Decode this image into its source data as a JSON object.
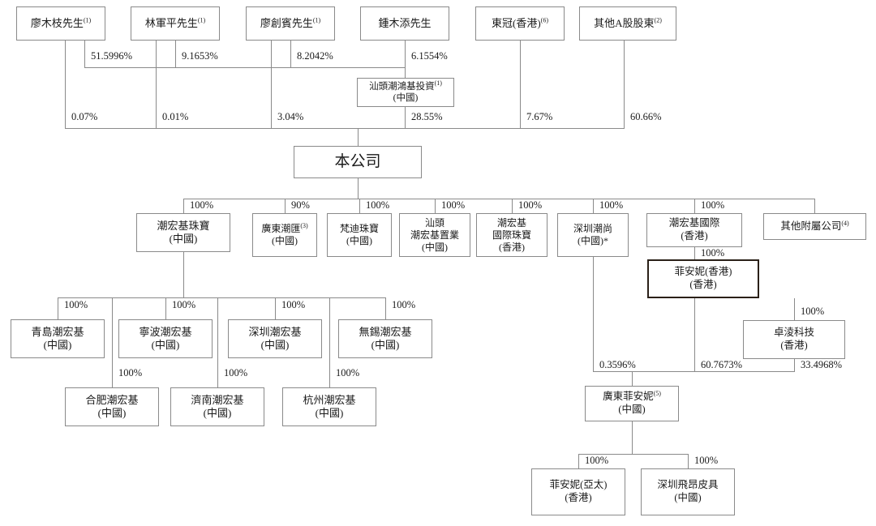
{
  "diagram": {
    "title": "Corporate shareholding structure chart",
    "line_color": "#8a8a8a",
    "emphasis_border_color": "#2a2018",
    "text_color": "#1a1a1a"
  },
  "nodes": {
    "liao_muzhi": {
      "label": "廖木枝先生",
      "sup": "(1)"
    },
    "lin_junping": {
      "label": "林軍平先生",
      "sup": "(1)"
    },
    "liao_chuangbin": {
      "label": "廖創賓先生",
      "sup": "(1)"
    },
    "zhong_mutian": {
      "label": "鍾木添先生",
      "sup": ""
    },
    "dongguan_hk": {
      "label": "東冠(香港)",
      "sup": "(6)"
    },
    "other_a_holders": {
      "label": "其他A股股東",
      "sup": "(2)"
    },
    "shantou_chaohongji": {
      "label": "汕頭潮鴻基投資",
      "sup": "(1)",
      "line2": "(中國)"
    },
    "company": {
      "label": "本公司",
      "sup": ""
    },
    "chj_jewelry": {
      "label": "潮宏基珠寶",
      "sup": "",
      "line2": "(中國)"
    },
    "guangdong_chaohui": {
      "label": "廣東潮匯",
      "sup": "(3)",
      "line2": "(中國)"
    },
    "fandi_jewelry": {
      "label": "梵迪珠寶",
      "sup": "",
      "line2": "(中國)"
    },
    "shantou_zhiye": {
      "label": "汕頭\n潮宏基置業",
      "sup": "",
      "line2": "(中國)"
    },
    "chj_intl_jewelry": {
      "label": "潮宏基\n國際珠寶",
      "sup": "",
      "line2": "(香港)"
    },
    "shenzhen_chaoshang": {
      "label": "深圳潮尚",
      "sup": "",
      "line2": "(中國)*"
    },
    "chj_international": {
      "label": "潮宏基國際",
      "sup": "",
      "line2": "(香港)"
    },
    "other_subsidiaries": {
      "label": "其他附屬公司",
      "sup": "(4)"
    },
    "fion_hk": {
      "label": "菲安妮(香港)",
      "sup": "",
      "line2": "(香港)"
    },
    "zhuoling_tech": {
      "label": "卓淩科技",
      "sup": "",
      "line2": "(香港)"
    },
    "qingdao_chj": {
      "label": "青島潮宏基",
      "sup": "",
      "line2": "(中國)"
    },
    "ningbo_chj": {
      "label": "寧波潮宏基",
      "sup": "",
      "line2": "(中國)"
    },
    "shenzhen_chj": {
      "label": "深圳潮宏基",
      "sup": "",
      "line2": "(中國)"
    },
    "wuxi_chj": {
      "label": "無錫潮宏基",
      "sup": "",
      "line2": "(中國)"
    },
    "hefei_chj": {
      "label": "合肥潮宏基",
      "sup": "",
      "line2": "(中國)"
    },
    "jinan_chj": {
      "label": "濟南潮宏基",
      "sup": "",
      "line2": "(中國)"
    },
    "hangzhou_chj": {
      "label": "杭州潮宏基",
      "sup": "",
      "line2": "(中國)"
    },
    "guangdong_fion": {
      "label": "廣東菲安妮",
      "sup": "(5)",
      "line2": "(中國)"
    },
    "fion_apac": {
      "label": "菲安妮(亞太)",
      "sup": "",
      "line2": "(香港)"
    },
    "shenzhen_feiang": {
      "label": "深圳飛昂皮具",
      "sup": "",
      "line2": "(中國)"
    }
  },
  "percentages": {
    "liao_muzhi_to_shantou": "51.5996%",
    "lin_junping_to_shantou": "9.1653%",
    "liao_chuangbin_to_shantou": "8.2042%",
    "zhong_mutian_to_shantou": "6.1554%",
    "liao_muzhi_to_company": "0.07%",
    "lin_junping_to_company": "0.01%",
    "liao_chuangbin_to_company": "3.04%",
    "shantou_to_company": "28.55%",
    "dongguan_to_company": "7.67%",
    "other_a_to_company": "60.66%",
    "company_to_chj_jewelry": "100%",
    "company_to_chaohui": "90%",
    "company_to_fandi": "100%",
    "company_to_zhiye": "100%",
    "company_to_intl_jewelry": "100%",
    "company_to_chaoshang": "100%",
    "company_to_chj_intl": "100%",
    "company_to_other_subs": "100%",
    "chj_intl_to_fion_hk": "100%",
    "fion_hk_to_zhuoling": "100%",
    "chj_to_qingdao": "100%",
    "chj_to_ningbo": "100%",
    "chj_to_shenzhen": "100%",
    "chj_to_wuxi": "100%",
    "chj_to_hefei": "100%",
    "chj_to_jinan": "100%",
    "chj_to_hangzhou": "100%",
    "chaoshang_to_gd_fion": "0.3596%",
    "fion_hk_to_gd_fion": "60.7673%",
    "zhuoling_to_gd_fion": "33.4968%",
    "gd_fion_to_apac": "100%",
    "gd_fion_to_feiang": "100%"
  }
}
